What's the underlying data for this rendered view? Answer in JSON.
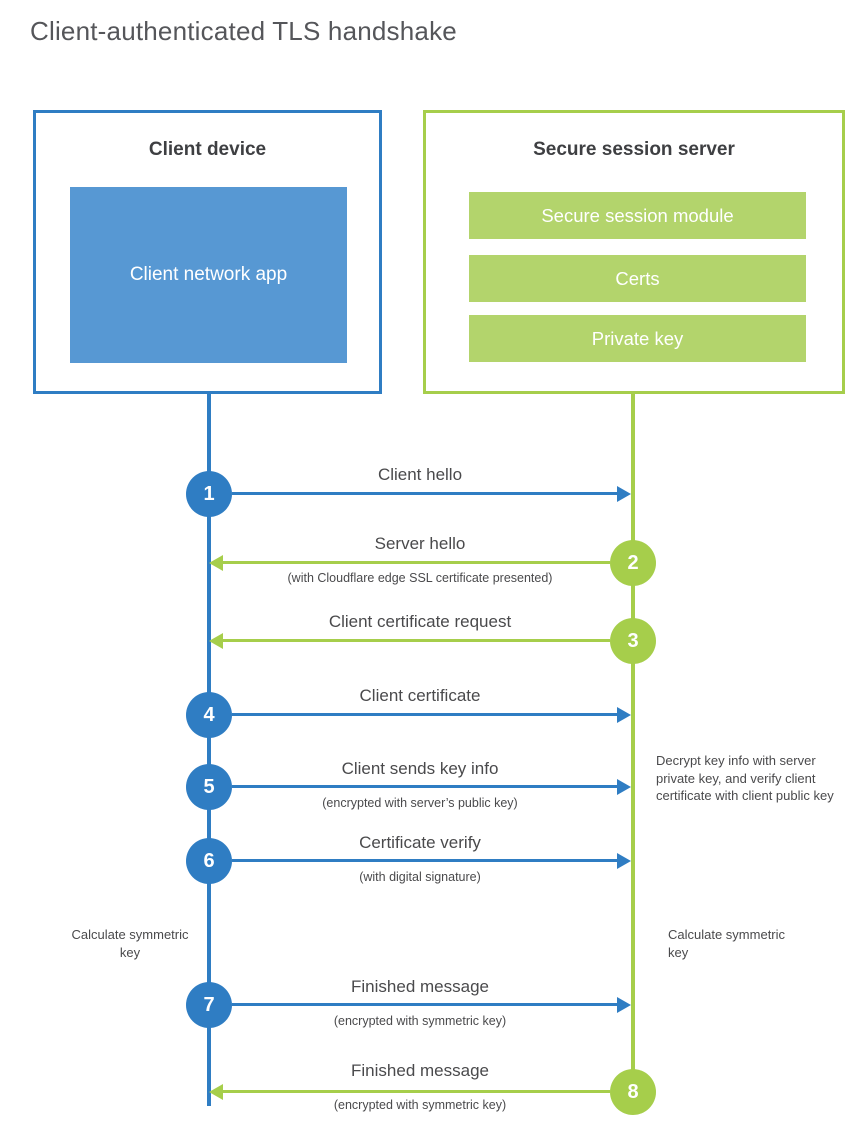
{
  "title": "Client-authenticated TLS handshake",
  "colors": {
    "blue": "#2f7dc3",
    "blueFill": "#5798d3",
    "green": "#a6ce4b",
    "greenFill": "#b3d46c",
    "text": "#4a4a4c",
    "title": "#55565a",
    "heading": "#3e3f42"
  },
  "client": {
    "heading": "Client device",
    "box_label": "Client network app"
  },
  "server": {
    "heading": "Secure session server",
    "modules": [
      "Secure session module",
      "Certs",
      "Private key"
    ]
  },
  "steps": [
    {
      "num": "1",
      "from": "client",
      "label": "Client hello",
      "sub": ""
    },
    {
      "num": "2",
      "from": "server",
      "label": "Server hello",
      "sub": "(with Cloudflare edge SSL certificate presented)"
    },
    {
      "num": "3",
      "from": "server",
      "label": "Client certificate request",
      "sub": ""
    },
    {
      "num": "4",
      "from": "client",
      "label": "Client certificate",
      "sub": ""
    },
    {
      "num": "5",
      "from": "client",
      "label": "Client sends key info",
      "sub": "(encrypted with server’s public key)"
    },
    {
      "num": "6",
      "from": "client",
      "label": "Certificate verify",
      "sub": "(with digital signature)"
    },
    {
      "num": "7",
      "from": "client",
      "label": "Finished message",
      "sub": "(encrypted with symmetric key)"
    },
    {
      "num": "8",
      "from": "server",
      "label": "Finished message",
      "sub": "(encrypted with symmetric key)"
    }
  ],
  "annotations": {
    "decrypt_note": "Decrypt key info with server private key, and verify client certificate with client public key",
    "calc_left": "Calculate symmetric key",
    "calc_right": "Calculate symmetric key"
  }
}
